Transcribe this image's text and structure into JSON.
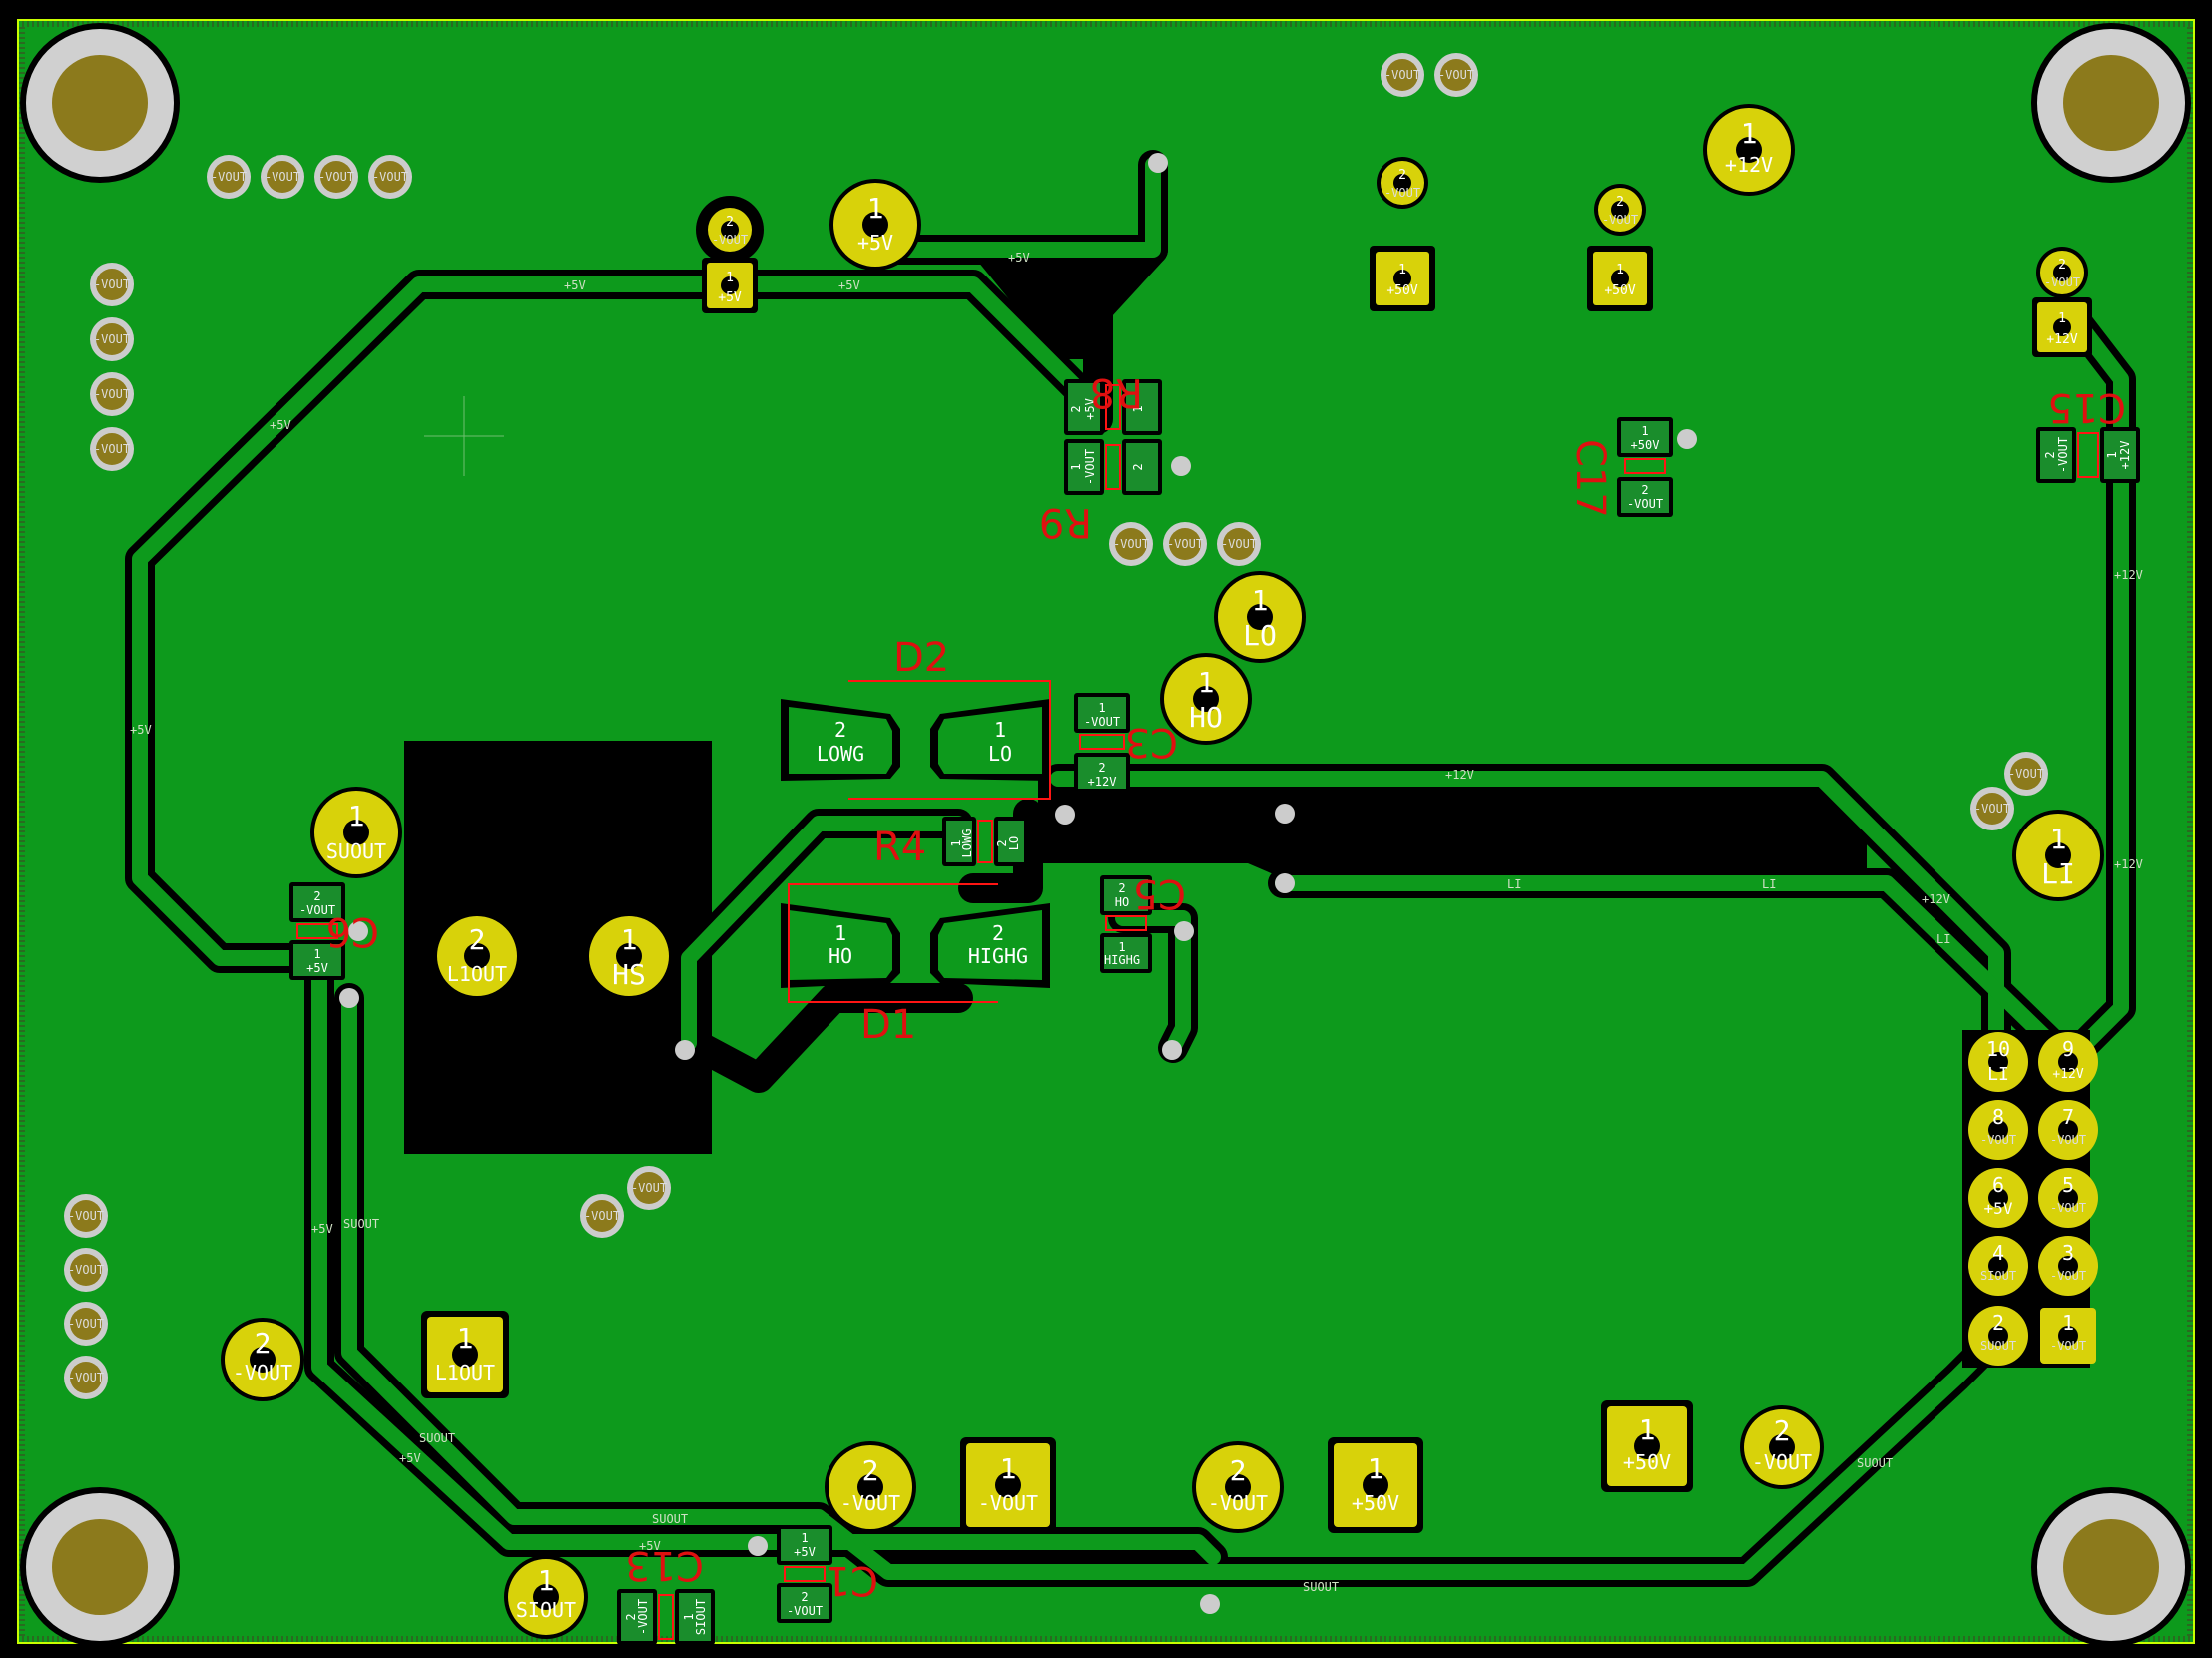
{
  "colors": {
    "board": "#0d9a1c",
    "copper_dark": "#000000",
    "pad": "#d8d20a",
    "pad_ring": "#b8b400",
    "outline": "#c8ff00",
    "silk": "#ff1414",
    "mount_ring": "#d0d0d0",
    "mount_core": "#8c7a1c",
    "smd": "#1a8d2c"
  },
  "nets": {
    "p5v": "+5V",
    "p12v": "+12V",
    "p50v": "+50V",
    "vout": "-VOUT",
    "li": "LI",
    "suout": "SUOUT",
    "siout": "SIOUT",
    "lo": "LO",
    "ho": "HO",
    "lowg": "LOWG",
    "highg": "HIGHG",
    "hs": "HS",
    "l1out": "L1OUT"
  },
  "pins": {
    "p1": "1",
    "p2": "2",
    "p3": "3",
    "p4": "4",
    "p5": "5",
    "p6": "6",
    "p7": "7",
    "p8": "8",
    "p9": "9",
    "p10": "10"
  },
  "refs": {
    "d1": "D1",
    "d2": "D2",
    "r4": "R4",
    "r8": "R8",
    "r9": "R9",
    "c1": "C1",
    "c3": "C3",
    "c5": "C5",
    "c6": "C6",
    "c13": "C13",
    "c15": "C15",
    "c17": "C17"
  }
}
